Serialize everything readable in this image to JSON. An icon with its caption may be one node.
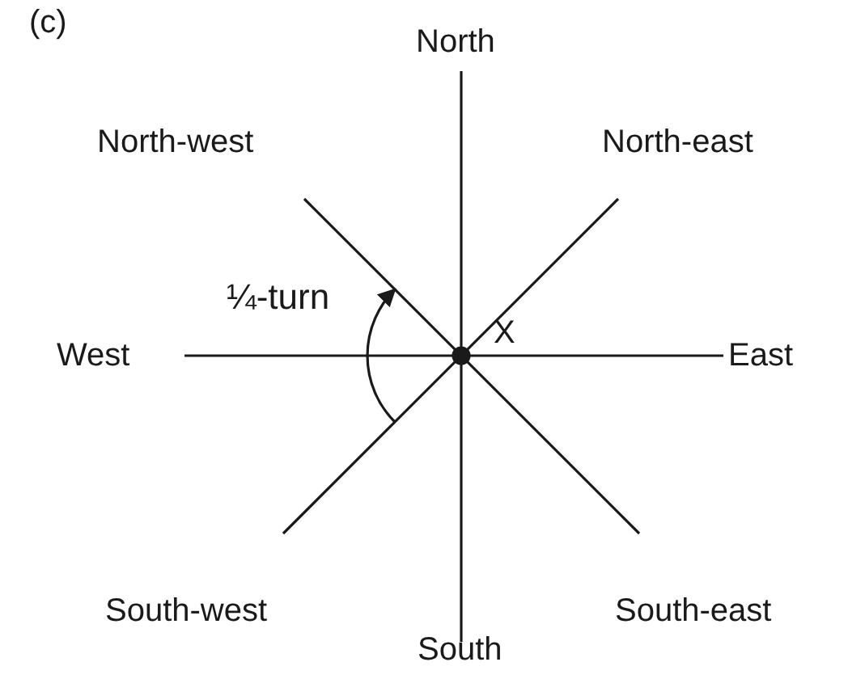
{
  "diagram": {
    "labels": [
      "(c)",
      "North",
      "North-west",
      "North-east",
      "¼-turn",
      "X",
      "West",
      "East",
      "South-west",
      "South-east",
      "South"
    ]
  }
}
